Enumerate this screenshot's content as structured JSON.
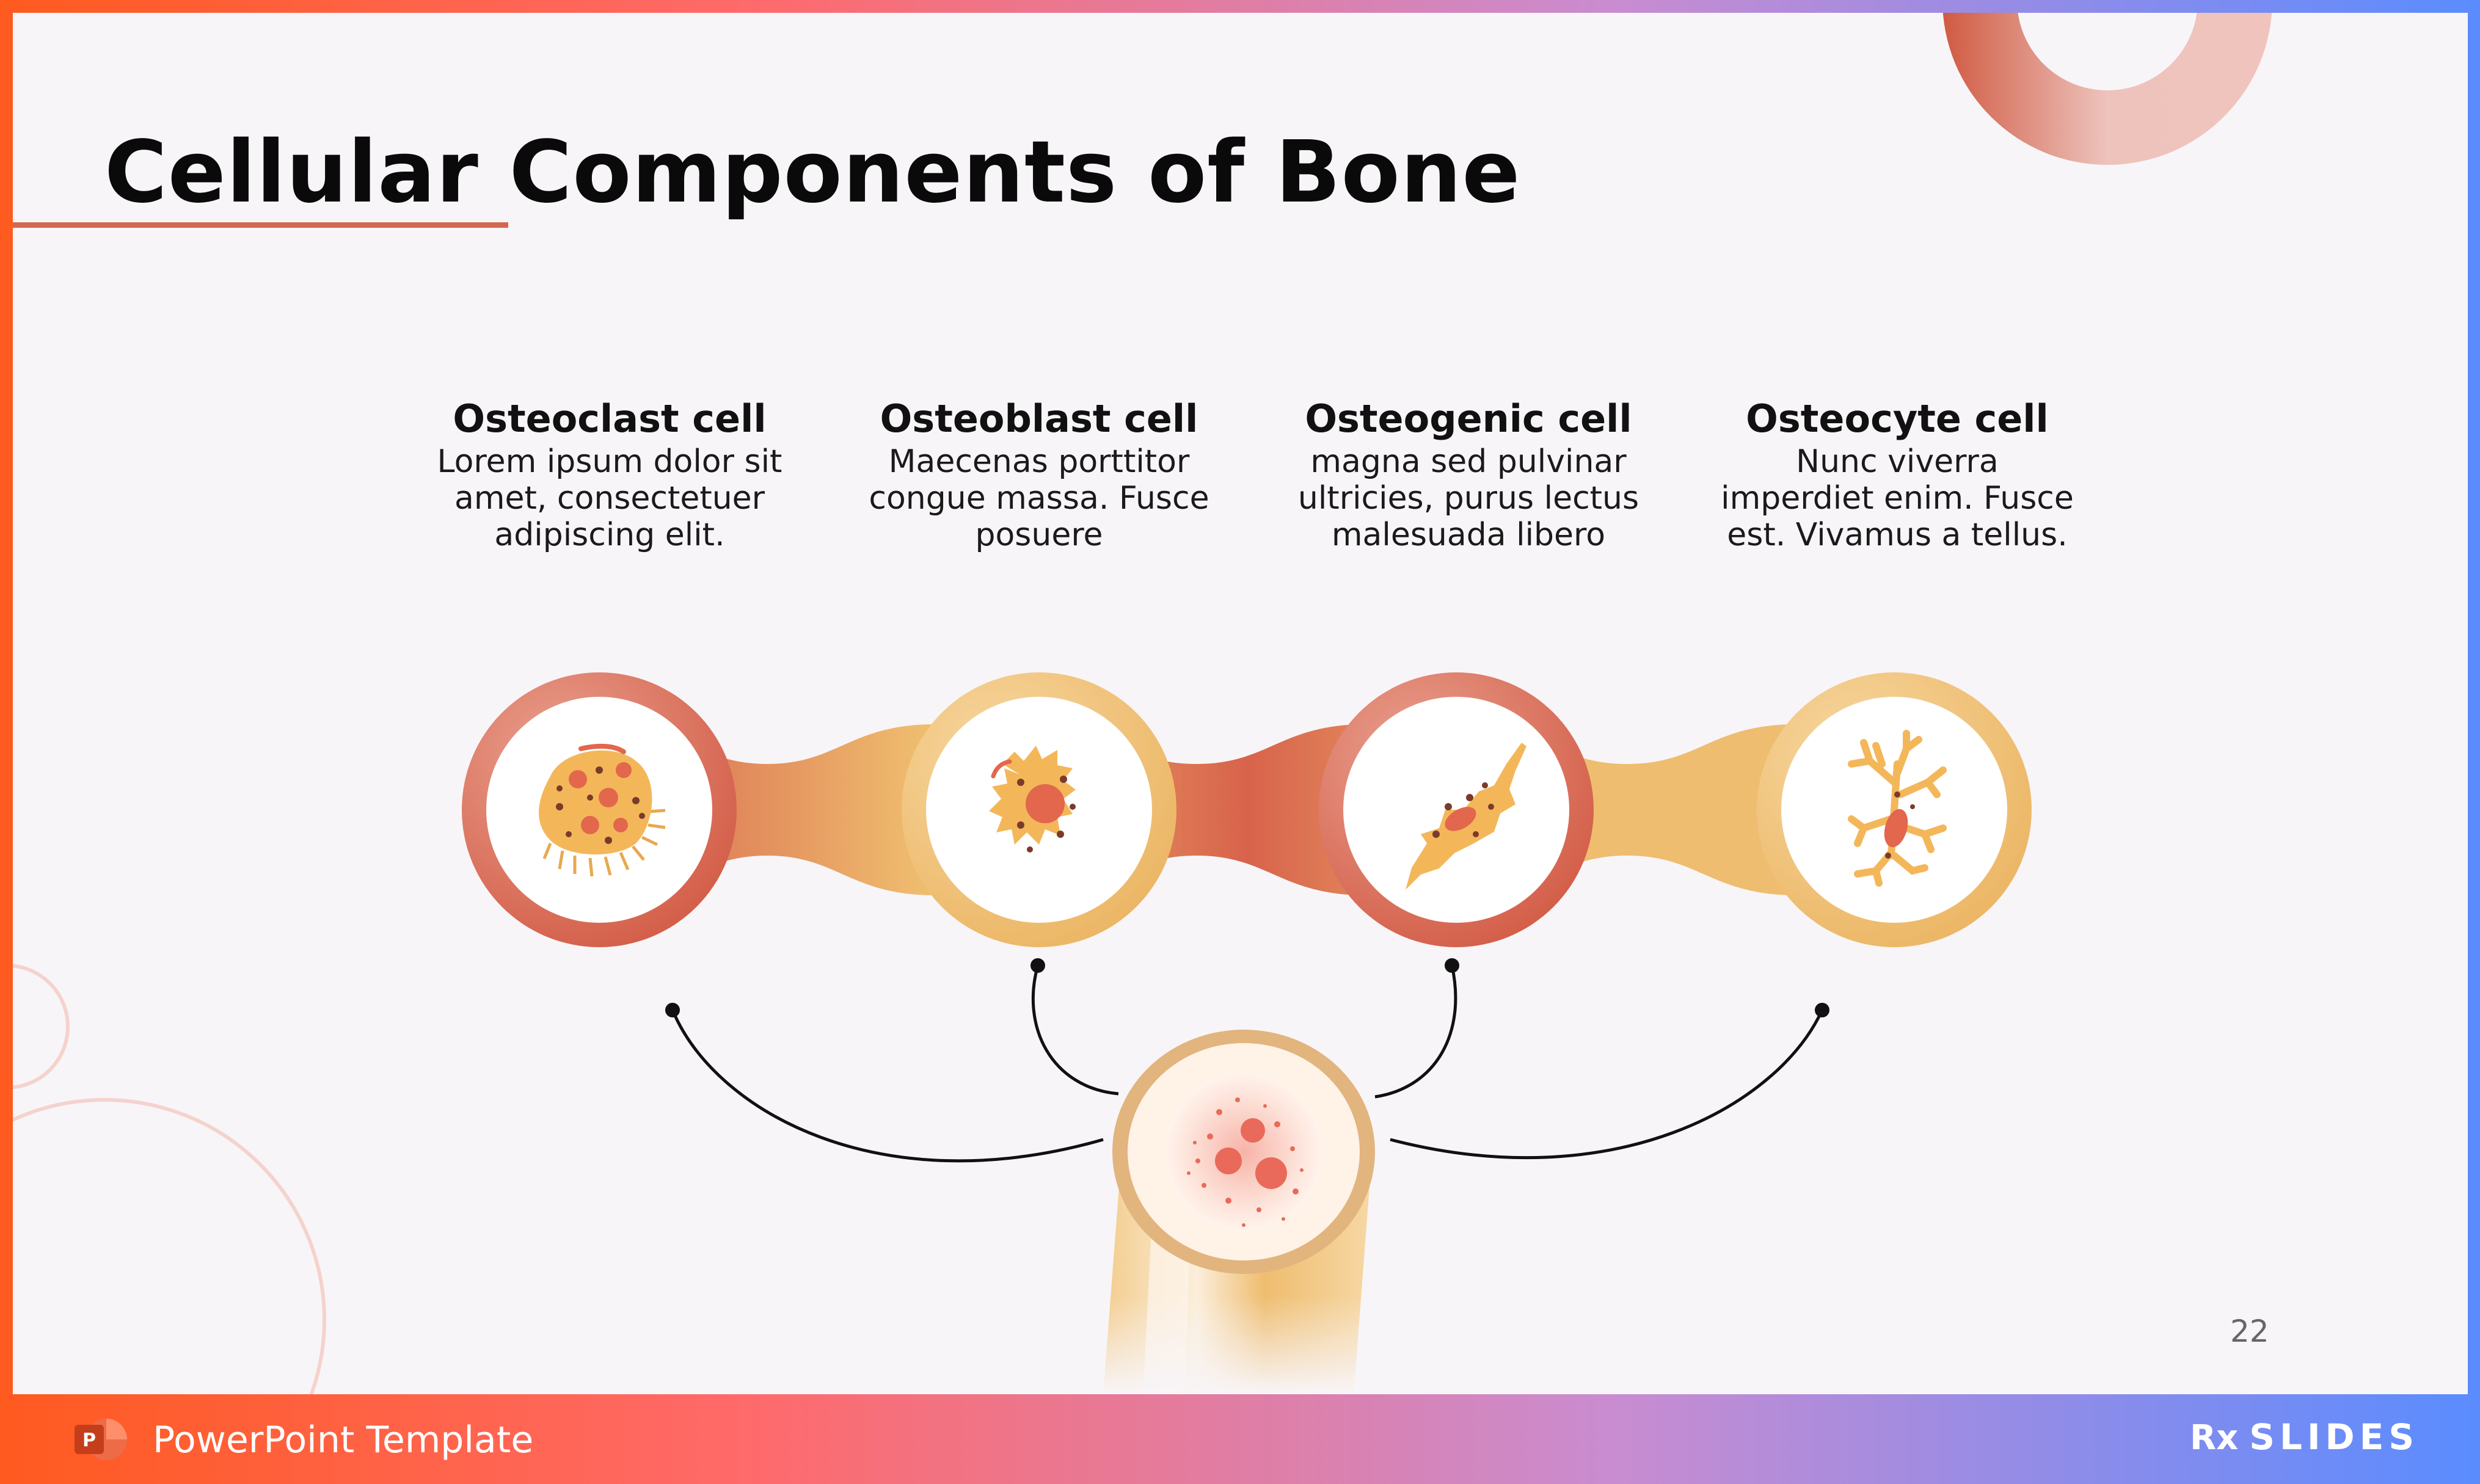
{
  "slide": {
    "title": "Cellular Components of Bone",
    "page_number": "22"
  },
  "cells": [
    {
      "name": "Osteoclast cell",
      "lines": [
        "Lorem ipsum dolor sit",
        "amet, consectetuer",
        "adipiscing elit."
      ]
    },
    {
      "name": "Osteoblast cell",
      "lines": [
        "Maecenas porttitor",
        "congue massa. Fusce",
        "posuere"
      ]
    },
    {
      "name": "Osteogenic cell",
      "lines": [
        "magna sed pulvinar",
        "ultricies, purus lectus",
        "malesuada libero"
      ]
    },
    {
      "name": "Osteocyte cell",
      "lines": [
        "Nunc viverra",
        "imperdiet enim. Fusce",
        "est. Vivamus a tellus."
      ]
    }
  ],
  "footer": {
    "label": "PowerPoint Template",
    "brand_rx": "Rx",
    "brand_name": "SLIDES"
  },
  "icons": [
    "powerpoint-icon",
    "osteoclast-icon",
    "osteoblast-icon",
    "osteogenic-icon",
    "osteocyte-icon",
    "bone-cross-section-icon"
  ],
  "colors": {
    "accent_red": "#d8634c",
    "accent_gold": "#efbd6f",
    "title_rule": "#d2694e"
  }
}
